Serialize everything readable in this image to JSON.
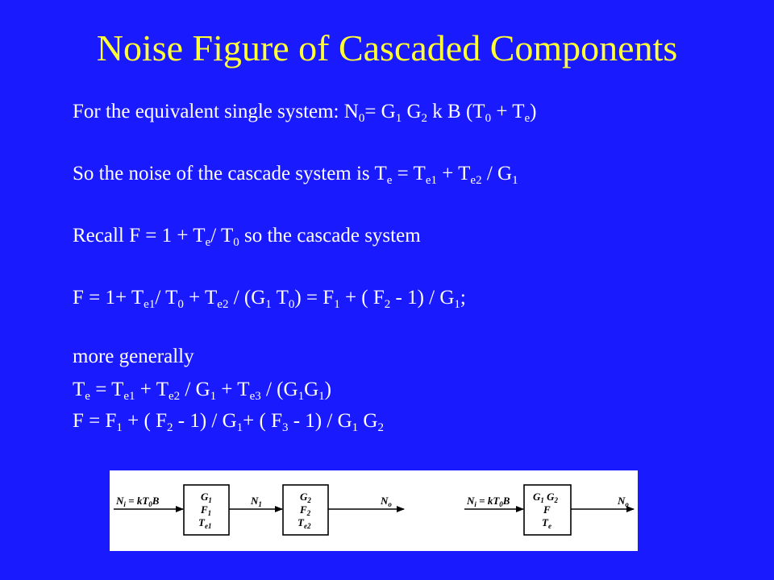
{
  "title": "Noise Figure of Cascaded Components",
  "lines": {
    "l1": [
      "For the equivalent single system: N",
      "0",
      "= G",
      "1",
      " G",
      "2",
      " k B (T",
      "0",
      " + T",
      "e",
      ")"
    ],
    "l2": [
      "So the noise of the cascade system is T",
      "e",
      " = T",
      "e1",
      " + T",
      "e2",
      " / G",
      "1"
    ],
    "l3": [
      "Recall F = 1 + T",
      "e",
      "/ T",
      "0",
      " so the cascade system"
    ],
    "l4": [
      "F = 1+ T",
      "e1",
      "/ T",
      "0",
      " + T",
      "e2",
      " / (G",
      "1",
      " T",
      "0",
      ") = F",
      "1",
      " + ( F",
      "2",
      " - 1) / G",
      "1",
      ";"
    ],
    "l5": [
      "more generally"
    ],
    "l6": [
      "T",
      "e",
      " = T",
      "e1",
      " + T",
      "e2",
      " / G",
      "1",
      " + T",
      "e3",
      " / (G",
      "1",
      "G",
      "1",
      ")"
    ],
    "l7": [
      "F = F",
      "1",
      " + ( F",
      "2",
      " - 1) / G",
      "1",
      "+ ( F",
      "3",
      " - 1) / G",
      "1",
      " G",
      "2"
    ]
  },
  "diagram": {
    "left": {
      "input": [
        "N",
        "i",
        " = kT",
        "0",
        "B"
      ],
      "block1": {
        "g": [
          "G",
          "1"
        ],
        "f": [
          "F",
          "1"
        ],
        "t": [
          "T",
          "e1"
        ]
      },
      "mid": [
        "N",
        "1"
      ],
      "block2": {
        "g": [
          "G",
          "2"
        ],
        "f": [
          "F",
          "2"
        ],
        "t": [
          "T",
          "e2"
        ]
      },
      "output": [
        "N",
        "o"
      ]
    },
    "right": {
      "input": [
        "N",
        "i",
        " = kT",
        "0",
        "B"
      ],
      "block": {
        "g": [
          "G",
          "1",
          " G",
          "2"
        ],
        "f": [
          "F"
        ],
        "t": [
          "T",
          "e"
        ]
      },
      "output": [
        "N",
        "o"
      ]
    }
  }
}
